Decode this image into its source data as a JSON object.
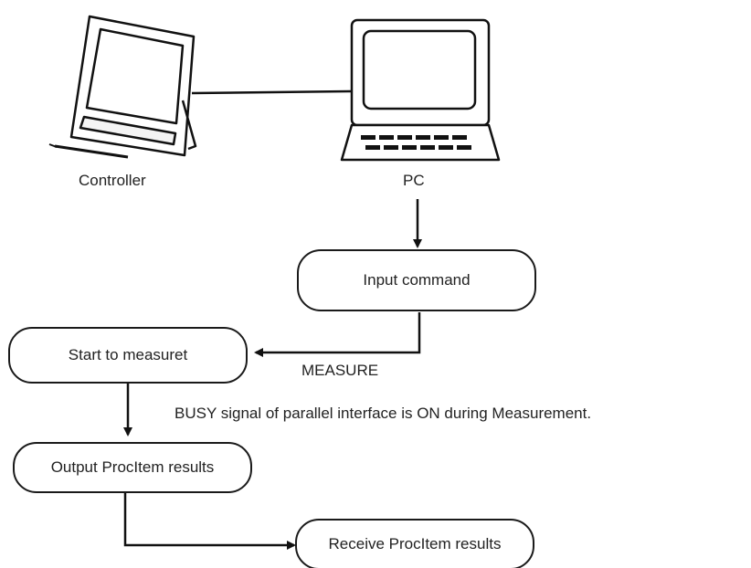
{
  "devices": {
    "controller_label": "Controller",
    "pc_label": "PC",
    "controller_icon": "tablet-controller-icon",
    "pc_icon": "computer-icon"
  },
  "flow": {
    "input_command": "Input command",
    "start_measure": "Start to measuret",
    "output_results": "Output ProcItem results",
    "receive_results": "Receive ProcItem results"
  },
  "annotations": {
    "measure_command": "MEASURE",
    "busy_note": "BUSY signal of parallel interface is ON during Measurement."
  }
}
